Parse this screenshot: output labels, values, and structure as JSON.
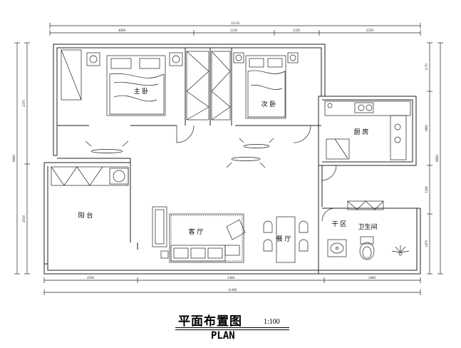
{
  "dimensions": {
    "top_total": "11150",
    "top_segments": [
      "4000",
      "2110",
      "1320",
      "2520"
    ],
    "bottom_segments": [
      "2930",
      "5400",
      "2680"
    ],
    "bottom_total": "11490",
    "left_segments": [
      "2370",
      "2930"
    ],
    "left_total": "6660",
    "right_segments": [
      "1170",
      "1860",
      "1260",
      "1470"
    ],
    "right_total": "6660"
  },
  "rooms": {
    "master_bedroom": "主 卧",
    "second_bedroom": "次 卧",
    "kitchen": "厨 房",
    "balcony": "阳 台",
    "living_room": "客 厅",
    "dining_room": "餐 厅",
    "dry_zone": "干 区",
    "bathroom": "卫生间"
  },
  "title": {
    "zh": "平面布置图",
    "scale": "1:100",
    "en": "PLAN"
  }
}
